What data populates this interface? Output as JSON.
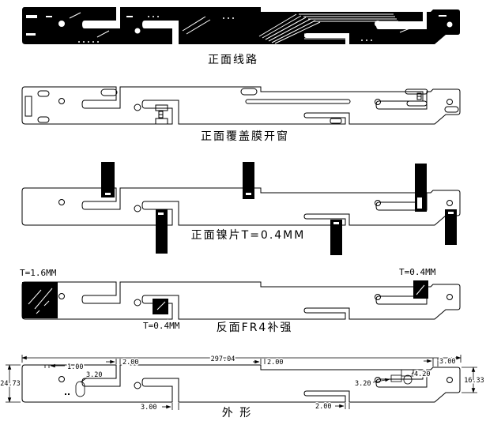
{
  "colors": {
    "ink": "#000000",
    "paper": "#ffffff"
  },
  "views": {
    "front_circuit": {
      "title": "正面线路"
    },
    "coverlay": {
      "title": "正面覆盖膜开窗"
    },
    "nickel": {
      "title": "正面镍片T=0.4MM"
    },
    "fr4": {
      "title": "反面FR4补强",
      "labels": {
        "left": "T=1.6MM",
        "middle": "T=0.4MM",
        "right": "T=0.4MM"
      }
    },
    "outline": {
      "title": "外 形",
      "dims": {
        "total_length": "297.04",
        "left_height": "24.73",
        "right_height": "16.33",
        "top_notch": "1.00",
        "left_slot": "3.20",
        "slit_top": "2.00",
        "step": "2.00",
        "tab_top": "3.00",
        "hook_width": "4.20",
        "hook_offset": "3.20",
        "slit_bottom_left": "3.00",
        "slit_bottom_right": "2.00"
      }
    }
  }
}
